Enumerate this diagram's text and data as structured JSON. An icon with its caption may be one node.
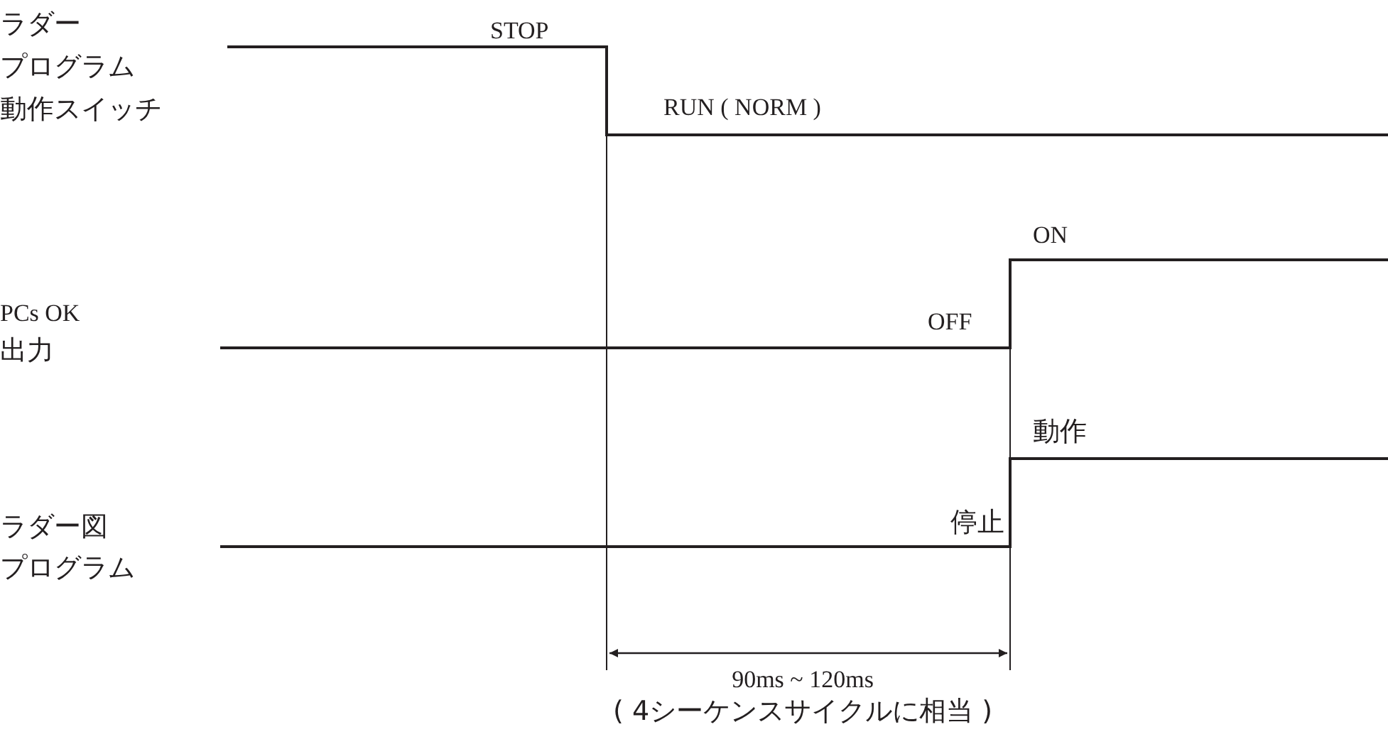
{
  "diagram": {
    "labels": [
      "ラダー",
      "STOP",
      "プログラム",
      "動作スイッチ",
      "RUN ( NORM )",
      "ON",
      "PCs OK",
      "OFF",
      "出力",
      "動作",
      "ラダー図",
      "停止",
      "プログラム",
      "90ms ~ 120ms",
      "( 4シーケンスサイクルに相当 )"
    ]
  }
}
